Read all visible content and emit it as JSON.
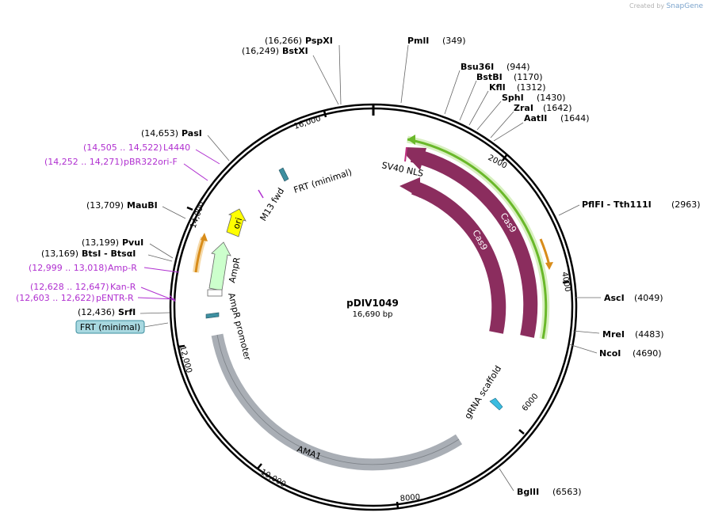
{
  "credit": {
    "prefix": "Created by",
    "brand": "SnapGene"
  },
  "plasmid": {
    "name": "pDIV1049",
    "size": "16,690 bp"
  },
  "enzymes_right": [
    {
      "name": "PmlI",
      "pos": "(349)"
    },
    {
      "name": "Bsu36I",
      "pos": "(944)"
    },
    {
      "name": "BstBI",
      "pos": "(1170)"
    },
    {
      "name": "KflI",
      "pos": "(1312)"
    },
    {
      "name": "SphI",
      "pos": "(1430)"
    },
    {
      "name": "ZraI",
      "pos": "(1642)"
    },
    {
      "name": "AatII",
      "pos": "(1644)"
    },
    {
      "name": "PflFI - Tth111I",
      "pos": "(2963)"
    },
    {
      "name": "AscI",
      "pos": "(4049)"
    },
    {
      "name": "MreI",
      "pos": "(4483)"
    },
    {
      "name": "NcoI",
      "pos": "(4690)"
    },
    {
      "name": "BglII",
      "pos": "(6563)"
    }
  ],
  "enzymes_left": [
    {
      "name": "PspXI",
      "pos": "(16,266)"
    },
    {
      "name": "BstXI",
      "pos": "(16,249)"
    },
    {
      "name": "PasI",
      "pos": "(14,653)"
    },
    {
      "name": "MauBI",
      "pos": "(13,709)"
    },
    {
      "name": "PvuI",
      "pos": "(13,199)"
    },
    {
      "name": "BtsI - BtsαI",
      "pos": "(13,169)"
    },
    {
      "name": "SrfI",
      "pos": "(12,436)"
    }
  ],
  "primers_left": [
    {
      "range": "(14,505 .. 14,522)",
      "name": "L4440"
    },
    {
      "range": "(14,252 .. 14,271)",
      "name": "pBR322ori-F"
    },
    {
      "range": "(12,999 .. 13,018)",
      "name": "Amp-R"
    },
    {
      "range": "(12,628 .. 12,647)",
      "name": "Kan-R"
    },
    {
      "range": "(12,603 .. 12,622)",
      "name": "pENTR-R"
    }
  ],
  "boxed_label": "FRT (minimal)",
  "ticks": [
    "2000",
    "4000",
    "6000",
    "8000",
    "10,000",
    "12,000",
    "14,000",
    "16,000"
  ],
  "features": {
    "sv40": "SV40 NLS",
    "cas9_outer": "Cas9",
    "cas9_inner": "Cas9",
    "grna": "gRNA scaffold",
    "ama1": "AMA1",
    "ampr": "AmpR",
    "ampr_promoter": "AmpR promoter",
    "ori": "ori",
    "m13": "M13 fwd",
    "frt": "FRT (minimal)"
  },
  "colors": {
    "cas9": "#8b2d5e",
    "ama1": "#a9aeb5",
    "ori": "#ffff00",
    "ampr": "#ccffcc",
    "green_primer": "#6ab82a",
    "orange_primer": "#d88c1a",
    "frt": "#3d8fa0",
    "grna": "#3bbce0",
    "primer_label": "#b030d0"
  }
}
